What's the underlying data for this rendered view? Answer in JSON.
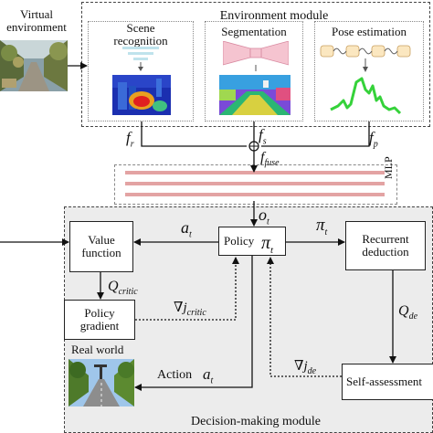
{
  "virtual_env": {
    "line1": "Virtual",
    "line2": "environment"
  },
  "env_module": {
    "title": "Environment module",
    "scene": {
      "line1": "Scene",
      "line2": "recognition"
    },
    "segmentation": "Segmentation",
    "pose": "Pose estimation"
  },
  "features": {
    "f": "f",
    "r": "r",
    "s": "s",
    "p": "p",
    "fuse": "fuse"
  },
  "mlp": "MLP",
  "obs": {
    "o": "o",
    "t": "t"
  },
  "decision": {
    "title": "Decision-making module",
    "value_function": {
      "line1": "Value",
      "line2": "function"
    },
    "policy": "Policy",
    "pi": "π",
    "t": "t",
    "recurrent": {
      "line1": "Recurrent",
      "line2": "deduction"
    },
    "policy_gradient": {
      "line1": "Policy",
      "line2": "gradient"
    },
    "self_assessment": "Self-assessment",
    "real_world": "Real world",
    "action": "Action",
    "a": "a",
    "Q": "Q",
    "critic": "critic",
    "de": "de",
    "nabla_j": "∇j"
  },
  "colors": {
    "mlp_line": "#e3a3a3",
    "heat_low": "#1b2fb0",
    "heat_high": "#e02020",
    "seg_road": "#2bb673",
    "pose_line": "#35d23a"
  }
}
